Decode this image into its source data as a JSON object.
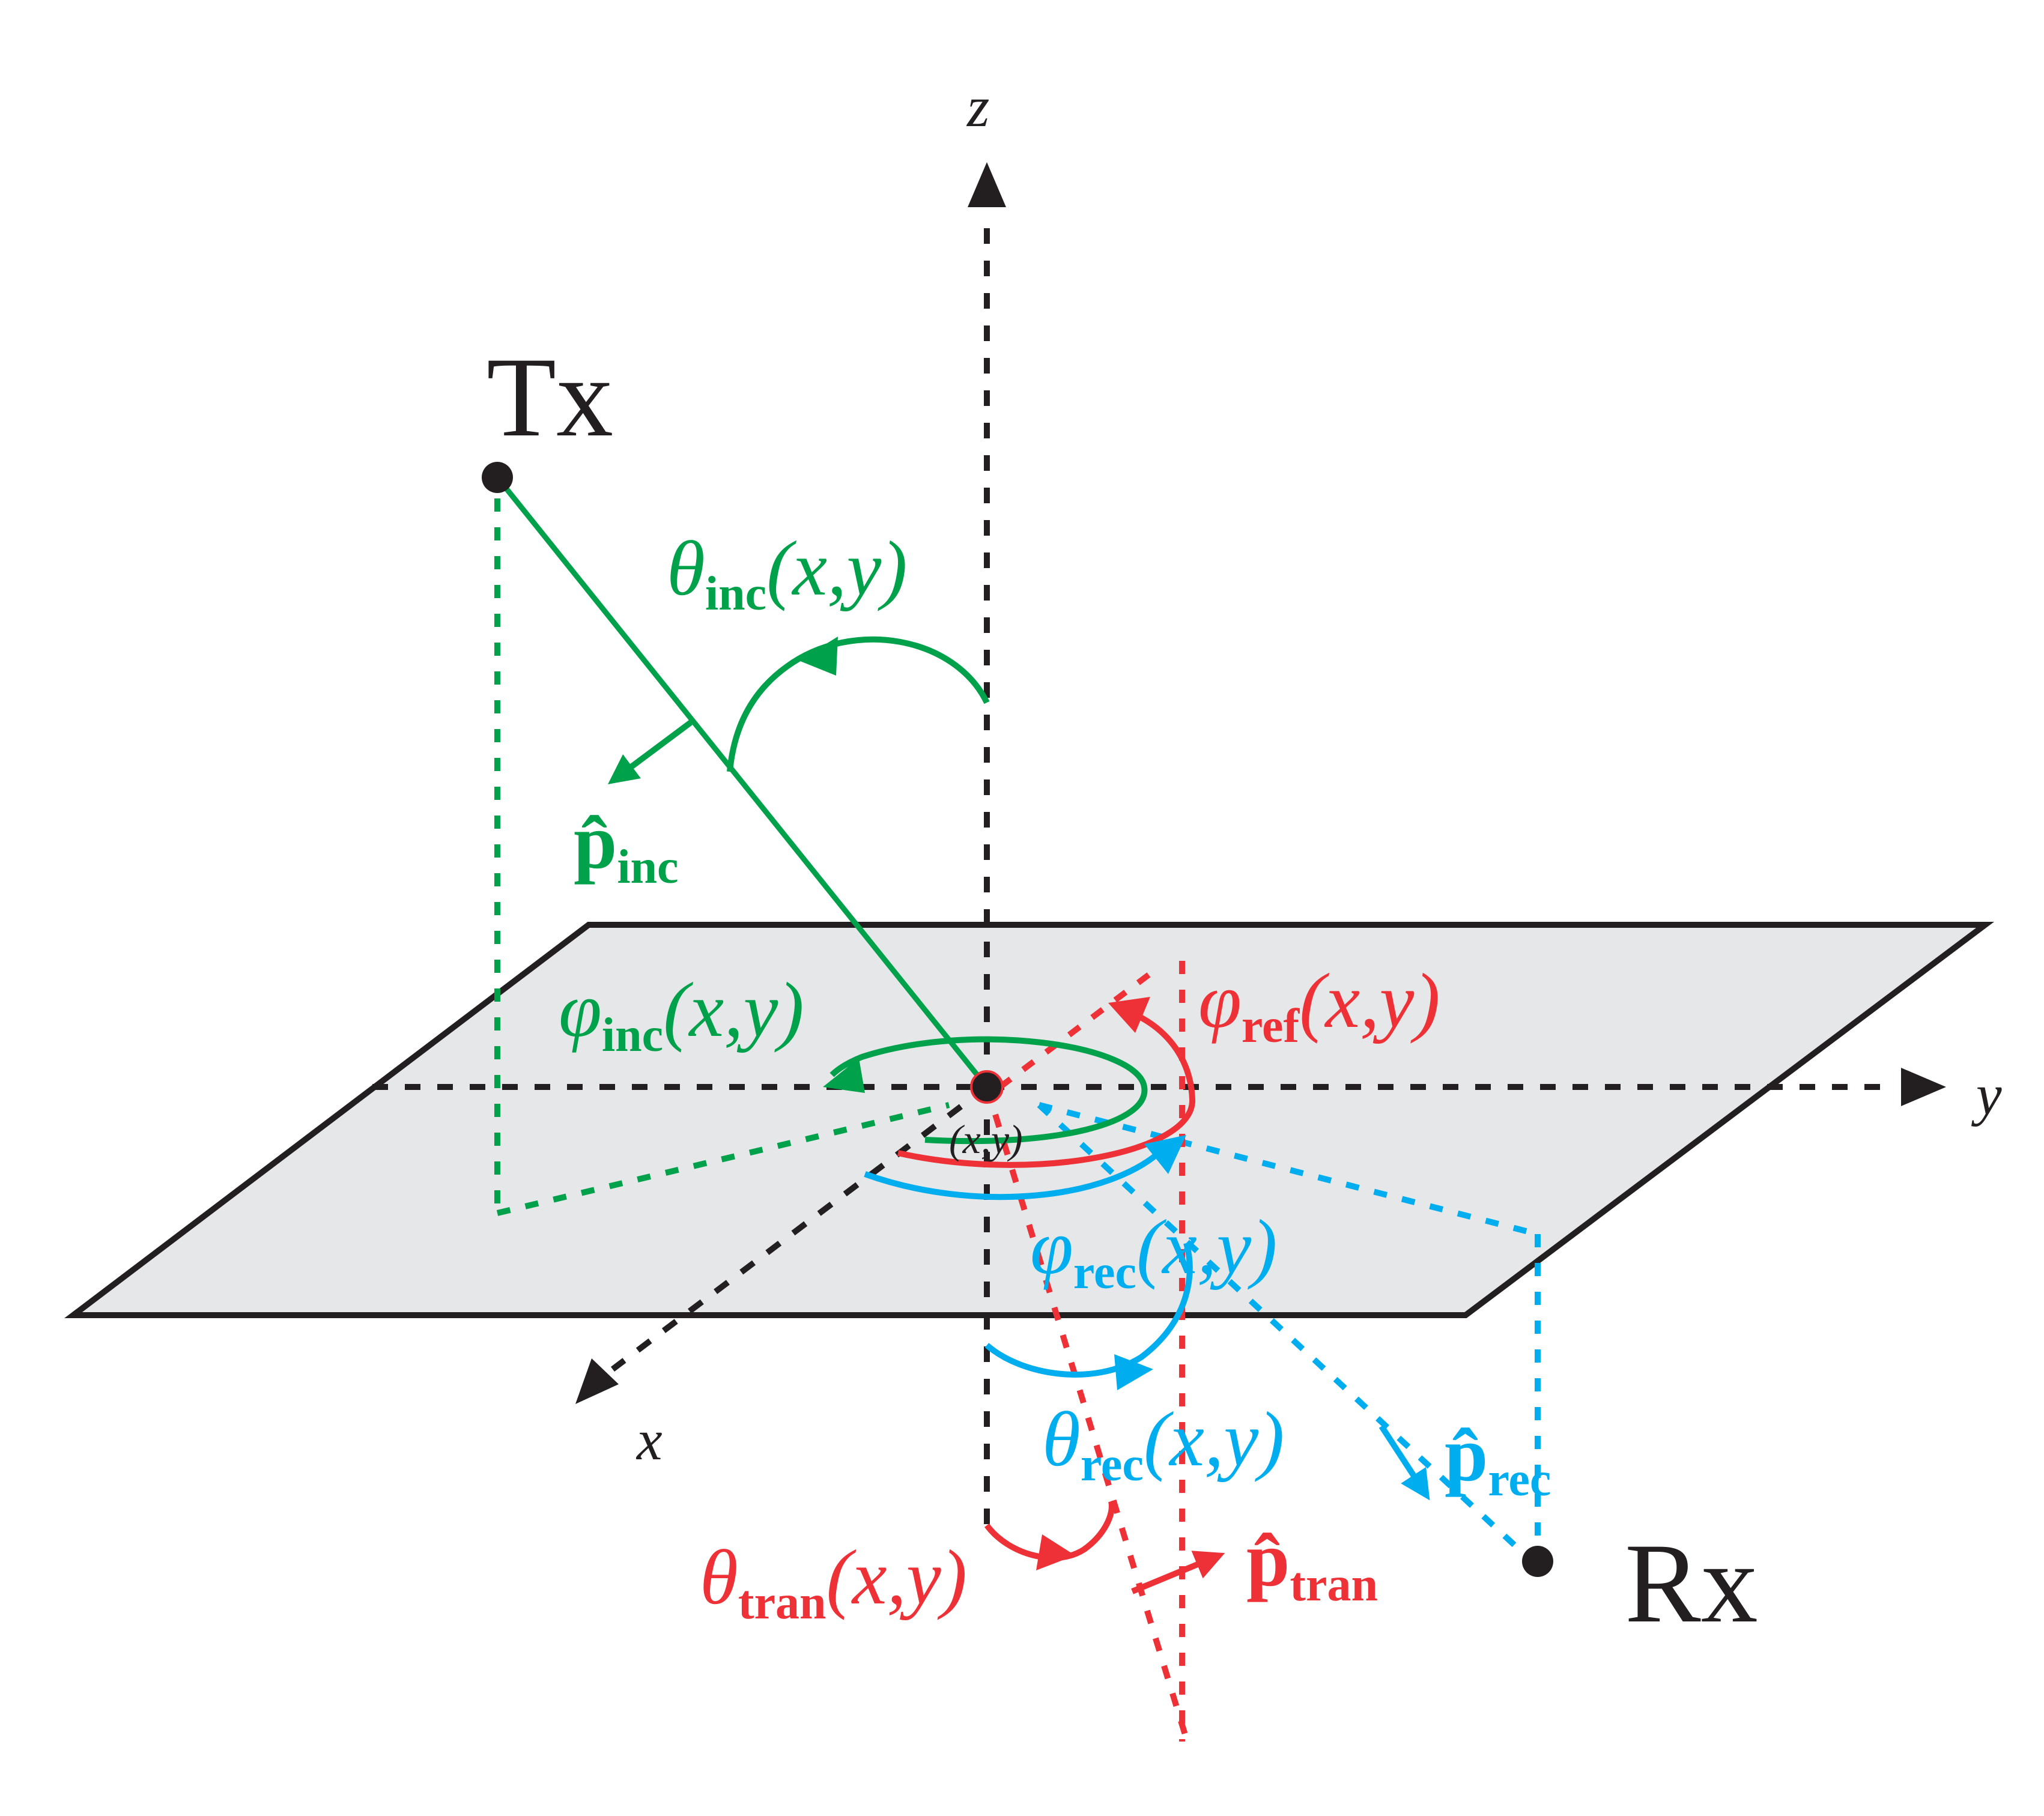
{
  "colors": {
    "black": "#231f20",
    "green": "#00a14b",
    "red": "#ee3137",
    "blue": "#00aeef",
    "plane_fill": "#e6e7e8"
  },
  "axes": {
    "z": "z",
    "y": "y",
    "x": "x"
  },
  "nodes": {
    "tx": "Tx",
    "rx": "Rx",
    "origin": "(x,y)"
  },
  "labels": {
    "theta_inc": {
      "sym": "θ",
      "sub": "inc",
      "arg": "(x,y)"
    },
    "phi_inc": {
      "sym": "φ",
      "sub": "inc",
      "arg": "(x,y)"
    },
    "p_inc": {
      "sym": "p̂",
      "sub": "inc"
    },
    "phi_ref": {
      "sym": "φ",
      "sub": "ref",
      "arg": "(x,y)"
    },
    "phi_rec": {
      "sym": "φ",
      "sub": "rec",
      "arg": "(x,y)"
    },
    "theta_rec": {
      "sym": "θ",
      "sub": "rec",
      "arg": "(x,y)"
    },
    "p_rec": {
      "sym": "p̂",
      "sub": "rec"
    },
    "theta_tran": {
      "sym": "θ",
      "sub": "tran",
      "arg": "(x,y)"
    },
    "p_tran": {
      "sym": "p̂",
      "sub": "tran"
    }
  }
}
